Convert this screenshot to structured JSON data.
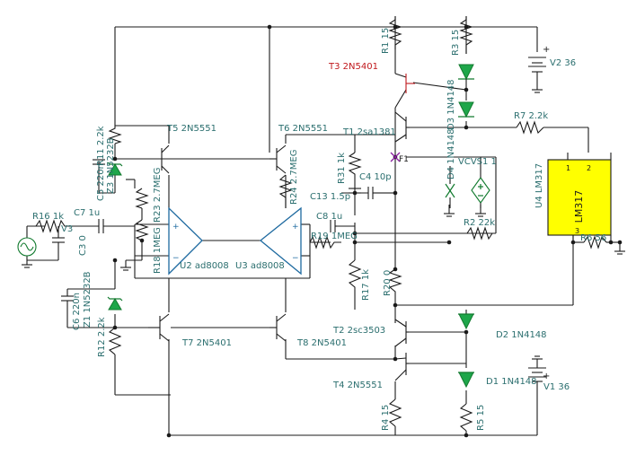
{
  "labels": {
    "r11": "R11 2.2k",
    "z3": "Z3 1N5232B",
    "c5": "C5 220n",
    "r16": "R16 1k",
    "c7": "C7 1u",
    "v3": "V3",
    "c3": "C3 0",
    "r23": "R23 2.7MEG",
    "r18": "R18 1MEG",
    "t5": "T5 2N5551",
    "t6": "T6 2N5551",
    "r24": "R24 2.7MEG",
    "c13": "C13 1.5p",
    "r31": "R31 1k",
    "c4": "C4 10p",
    "c8": "C8 1u",
    "r19": "R19 1MEG",
    "r17": "R17 1k",
    "u2": "U2 ad8008",
    "u3": "U3 ad8008",
    "r1": "R1 15",
    "r3": "R3 15",
    "t3": "T3 2N5401",
    "v2": "V2 36",
    "d3": "D3 1N4148",
    "d4": "D4 1N4148",
    "t1": "T1 2sa1381",
    "f1": "F1",
    "vcvs1": "VCVS1 1",
    "r7": "R7 2.2k",
    "u4": "U4 LM317",
    "lm317": "LM317",
    "pin1": "1",
    "pin2": "2",
    "pin3": "3",
    "r6": "R6 56",
    "r2": "R2 22k",
    "r20": "R20 0",
    "z1": "Z1 1N5232B",
    "c6": "C6 220n",
    "r12": "R12 2.2k",
    "t7": "T7 2N5401",
    "t8": "T8 2N5401",
    "t2": "T2 2sc3503",
    "d2": "D2 1N4148",
    "t4": "T4 2N5551",
    "d1": "D1 1N4148",
    "v1": "V1 36",
    "r4": "R4 15",
    "r5": "R5 15",
    "plus_v2": "+",
    "plus_v1": "+"
  },
  "colors": {
    "wire": "#1a1a1a",
    "label": "#2a6e6e",
    "component": "#117a2e",
    "highlight": "#c0181c",
    "opamp": "#1e6aa0",
    "ic_fill": "#ffff00"
  }
}
